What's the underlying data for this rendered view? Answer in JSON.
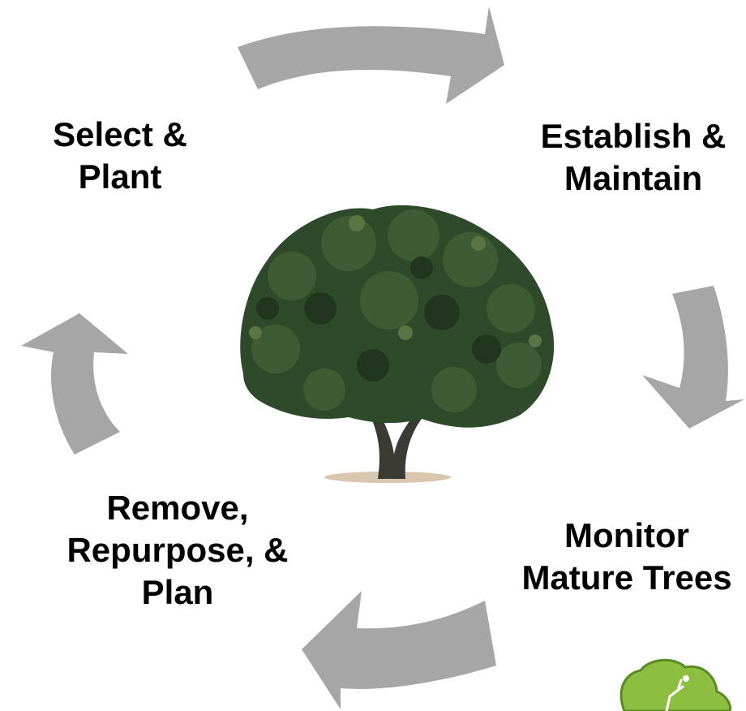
{
  "diagram": {
    "type": "cycle",
    "direction": "clockwise",
    "arrow_color": "#a6a6a6",
    "stages": [
      {
        "id": "select",
        "lines": [
          "Select &",
          "Plant"
        ]
      },
      {
        "id": "establish",
        "lines": [
          "Establish &",
          "Maintain"
        ]
      },
      {
        "id": "monitor",
        "lines": [
          "Monitor",
          "Mature Trees"
        ]
      },
      {
        "id": "remove",
        "lines": [
          "Remove,",
          "Repurpose, &",
          "Plan"
        ]
      }
    ],
    "center_image": "tree-illustration",
    "corner_logo": "green-tree-logo"
  }
}
